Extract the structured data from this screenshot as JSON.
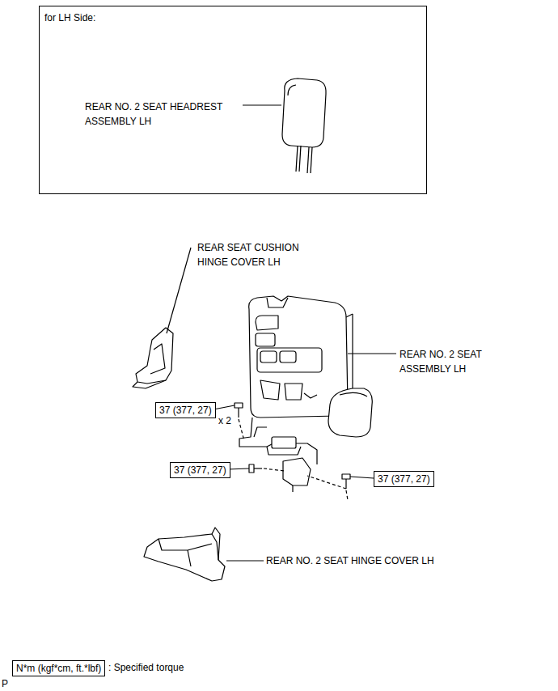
{
  "diagram": {
    "nodes": [
      {
        "text": [
          "for LH Side:",
          "REAR NO. 2 SEAT HEADREST ASSEMBLY LH"
        ]
      },
      {
        "text": [
          "37 (377, 27)"
        ]
      },
      {
        "text": [
          "37 (377, 27)"
        ]
      },
      {
        "text": [
          "37 (377, 27)"
        ]
      },
      {
        "text": [
          "N*m (kgf*cm, ft.*lbf)",
          ": Specified torque"
        ]
      }
    ],
    "labels": [
      "REAR SEAT CUSHION HINGE COVER LH",
      "REAR NO. 2 SEAT ASSEMBLY LH",
      "x 2",
      "REAR NO. 2 SEAT HINGE COVER LH",
      "P"
    ]
  }
}
